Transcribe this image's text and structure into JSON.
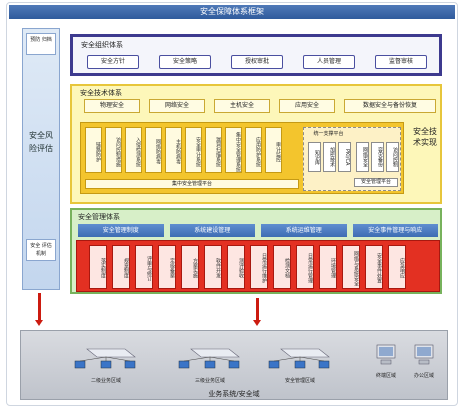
{
  "header": {
    "title": "安全保障体系框架"
  },
  "left_column": {
    "top_label": "预防 归档",
    "main_label": "安全风险评估",
    "bottom_label": "安全 评估 机制"
  },
  "org": {
    "title": "安全组织体系",
    "items": [
      "安全方针",
      "安全策略",
      "授权审批",
      "人员管理",
      "监督审核"
    ]
  },
  "tech": {
    "title": "安全技术体系",
    "tabs": [
      "物理安全",
      "网络安全",
      "主机安全",
      "应用安全",
      "数据安全与备份恢复"
    ],
    "boxes": [
      "链路防护",
      "访问控制措施",
      "入侵检测系统",
      "网络防病毒",
      "主机防病毒",
      "安全审计系统",
      "漏洞扫描系统",
      "集中安全管理系统",
      "应用防护系统",
      "审计监控"
    ],
    "strip": "集中安全管理平台",
    "sub_top": "统一支撑平台",
    "sub_boxes": [
      "知识库",
      "加密技术",
      "PKI/CA",
      "网络安全",
      "容灾备份",
      "访问控制",
      "安全管理平台"
    ],
    "side_label": "安全技术实现"
  },
  "mgmt": {
    "title": "安全管理体系",
    "tabs": [
      "安全管理制度",
      "系统建设管理",
      "系统运维管理",
      "安全事件管理与响应"
    ],
    "boxes": [
      "落实制度",
      "规章制度",
      "评审与修订",
      "定级备案",
      "方案实施",
      "软件开发",
      "测评验收",
      "日常运行维护",
      "检测文档",
      "日常运行管理",
      "环境管理",
      "网络与系统安全",
      "安全事件处置",
      "应急响应"
    ]
  },
  "business": {
    "title": "业务系统/安全域",
    "zones": [
      "二级业务区域",
      "三级业务区域",
      "安全管理区域"
    ],
    "side_zones": [
      "终端区域",
      "办公区域"
    ]
  }
}
